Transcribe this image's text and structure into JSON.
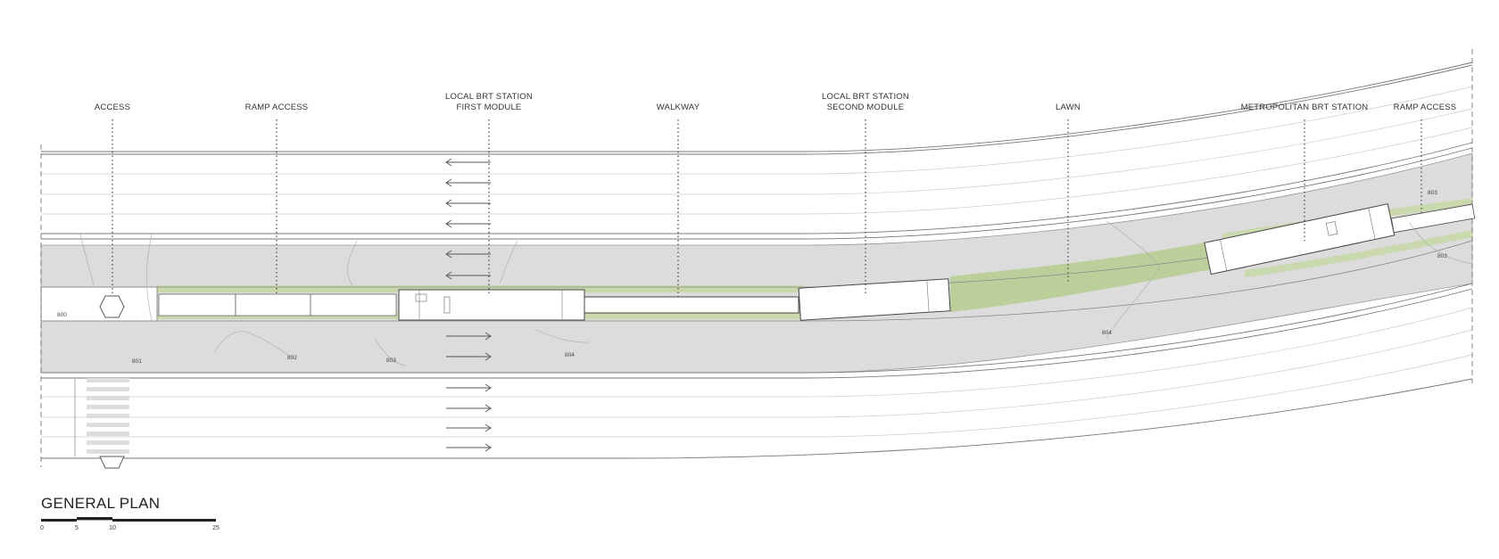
{
  "drawing": {
    "title": "GENERAL PLAN",
    "callouts": [
      {
        "id": "access",
        "lines": [
          "ACCESS"
        ]
      },
      {
        "id": "ramp-access-1",
        "lines": [
          "RAMP ACCESS"
        ]
      },
      {
        "id": "local-brt-first",
        "lines": [
          "LOCAL BRT STATION",
          "FIRST MODULE"
        ]
      },
      {
        "id": "walkway",
        "lines": [
          "WALKWAY"
        ]
      },
      {
        "id": "local-brt-second",
        "lines": [
          "LOCAL BRT STATION",
          "SECOND MODULE"
        ]
      },
      {
        "id": "lawn",
        "lines": [
          "LAWN"
        ]
      },
      {
        "id": "metro-brt",
        "lines": [
          "METROPOLITAN BRT STATION"
        ]
      },
      {
        "id": "ramp-access-2",
        "lines": [
          "RAMP ACCESS"
        ]
      }
    ],
    "contour_labels": [
      "800",
      "801",
      "802",
      "803",
      "804",
      "804",
      "803",
      "803"
    ],
    "scale_bar": {
      "ticks": [
        "0",
        "5",
        "10",
        "25"
      ]
    },
    "colors": {
      "road": "#dcdcdc",
      "lawn": "#bccf9a",
      "line": "#555555",
      "page": "#ffffff"
    }
  }
}
